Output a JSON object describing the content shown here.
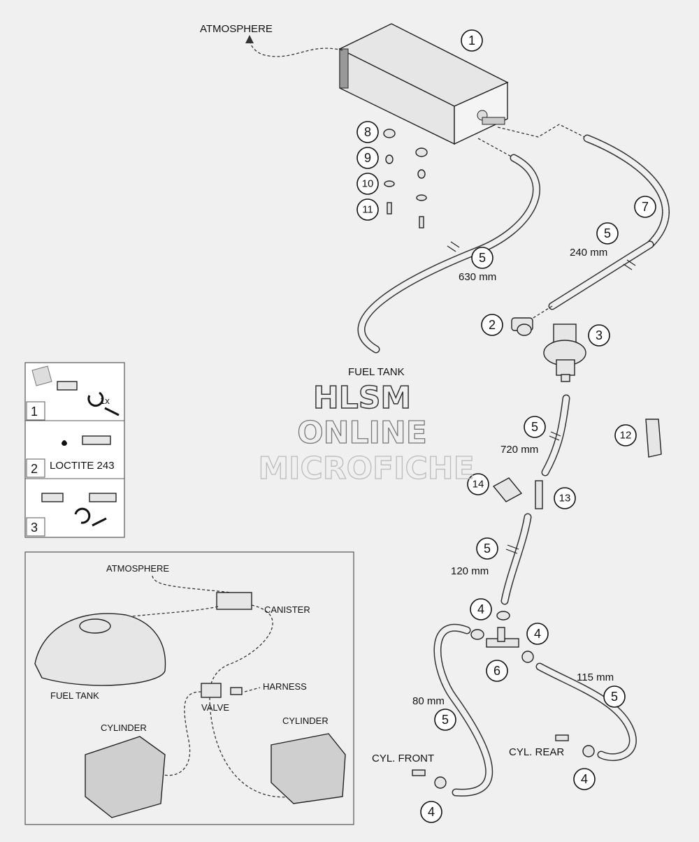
{
  "callouts": {
    "c1": "1",
    "c2": "2",
    "c3": "3",
    "c4a": "4",
    "c4b": "4",
    "c4c": "4",
    "c4d": "4",
    "c5a": "5",
    "c5b": "5",
    "c5c": "5",
    "c5d": "5",
    "c5e": "5",
    "c5f": "5",
    "c6": "6",
    "c7": "7",
    "c8": "8",
    "c9": "9",
    "c10": "10",
    "c11": "11",
    "c12": "12",
    "c13": "13",
    "c14": "14"
  },
  "labels": {
    "atmosphere_top": "ATMOSPHERE",
    "fuel_tank_top": "FUEL TANK",
    "len_630": "630 mm",
    "len_240": "240 mm",
    "len_720": "720 mm",
    "len_120": "120 mm",
    "len_80": "80 mm",
    "len_115": "115 mm",
    "cyl_front": "CYL. FRONT",
    "cyl_rear": "CYL. REAR"
  },
  "instructions": {
    "step1_num": "1",
    "step1_note": "1x",
    "step2_num": "2",
    "step2_note": "LOCTITE 243",
    "step3_num": "3"
  },
  "inset": {
    "atmosphere": "ATMOSPHERE",
    "canister": "CANISTER",
    "fuel_tank": "FUEL TANK",
    "harness": "HARNESS",
    "valve": "VALVE",
    "cylinder_left": "CYLINDER",
    "cylinder_right": "CYLINDER"
  },
  "watermark": {
    "line1": "HLSM",
    "line2": "ONLINE",
    "line3": "MICROFICHE"
  }
}
